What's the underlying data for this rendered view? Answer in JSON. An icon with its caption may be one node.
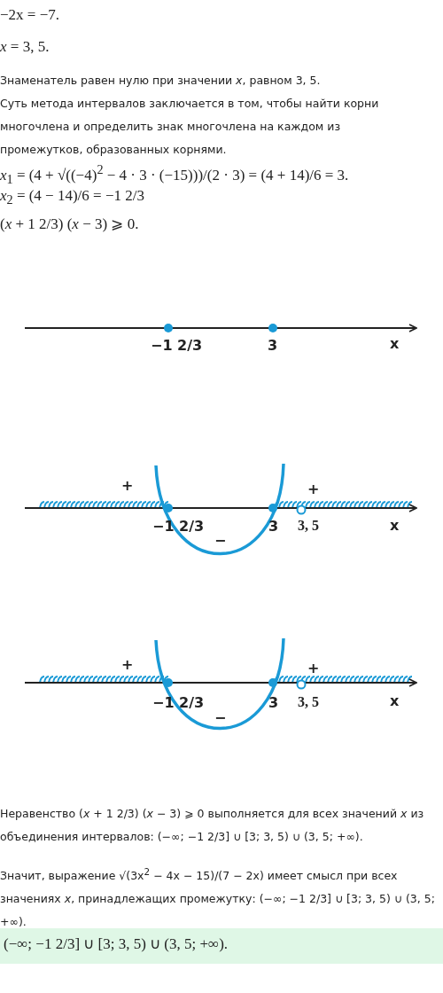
{
  "diagram": {
    "labels": [
      "−2x = −7.",
      "*x* = 3, 5.",
      "Знаменатель равен нулю при значении *x*, равном 3, 5.",
      "Суть метода интервалов заключается в том, чтобы найти корни многочлена и определить знак многочлена на каждом из промежутков, образованных корнями.",
      "*x*$_{1}$ = (4 + √((−4)$^{2}$ − 4 · 3 · (−15)))/(2 · 3) = (4 + 14)/6 = 3.",
      "*x*$_{2}$ = (4 − 14)/6 = −1 2/3",
      "(*x* + 1 2/3) (*x* − 3) ⩾ 0.",
      "−1 2/3",
      "3",
      "x",
      "+",
      "+",
      "−1 2/3",
      "−",
      "3",
      "3, 5",
      "x",
      "+",
      "+",
      "−1 2/3",
      "−",
      "3",
      "3, 5",
      "x",
      "Неравенство (*x* + 1 2/3) (*x* − 3) ⩾ 0 выполняется для всех значений *x* из объединения интервалов: (−∞; −1 2/3] ∪ [3; 3, 5) ∪ (3, 5; +∞).",
      "Значит, выражение √(3x$^{2}$ − 4x − 15)/(7 − 2x) имеет смысл при всех значениях *x*, принадлежащих промежутку: (−∞; −1 2/3] ∪ [3; 3, 5) ∪ (3, 5; +∞).",
      "(−∞; −1 2/3] ∪ [3; 3, 5) ∪ (3, 5; +∞)."
    ]
  }
}
